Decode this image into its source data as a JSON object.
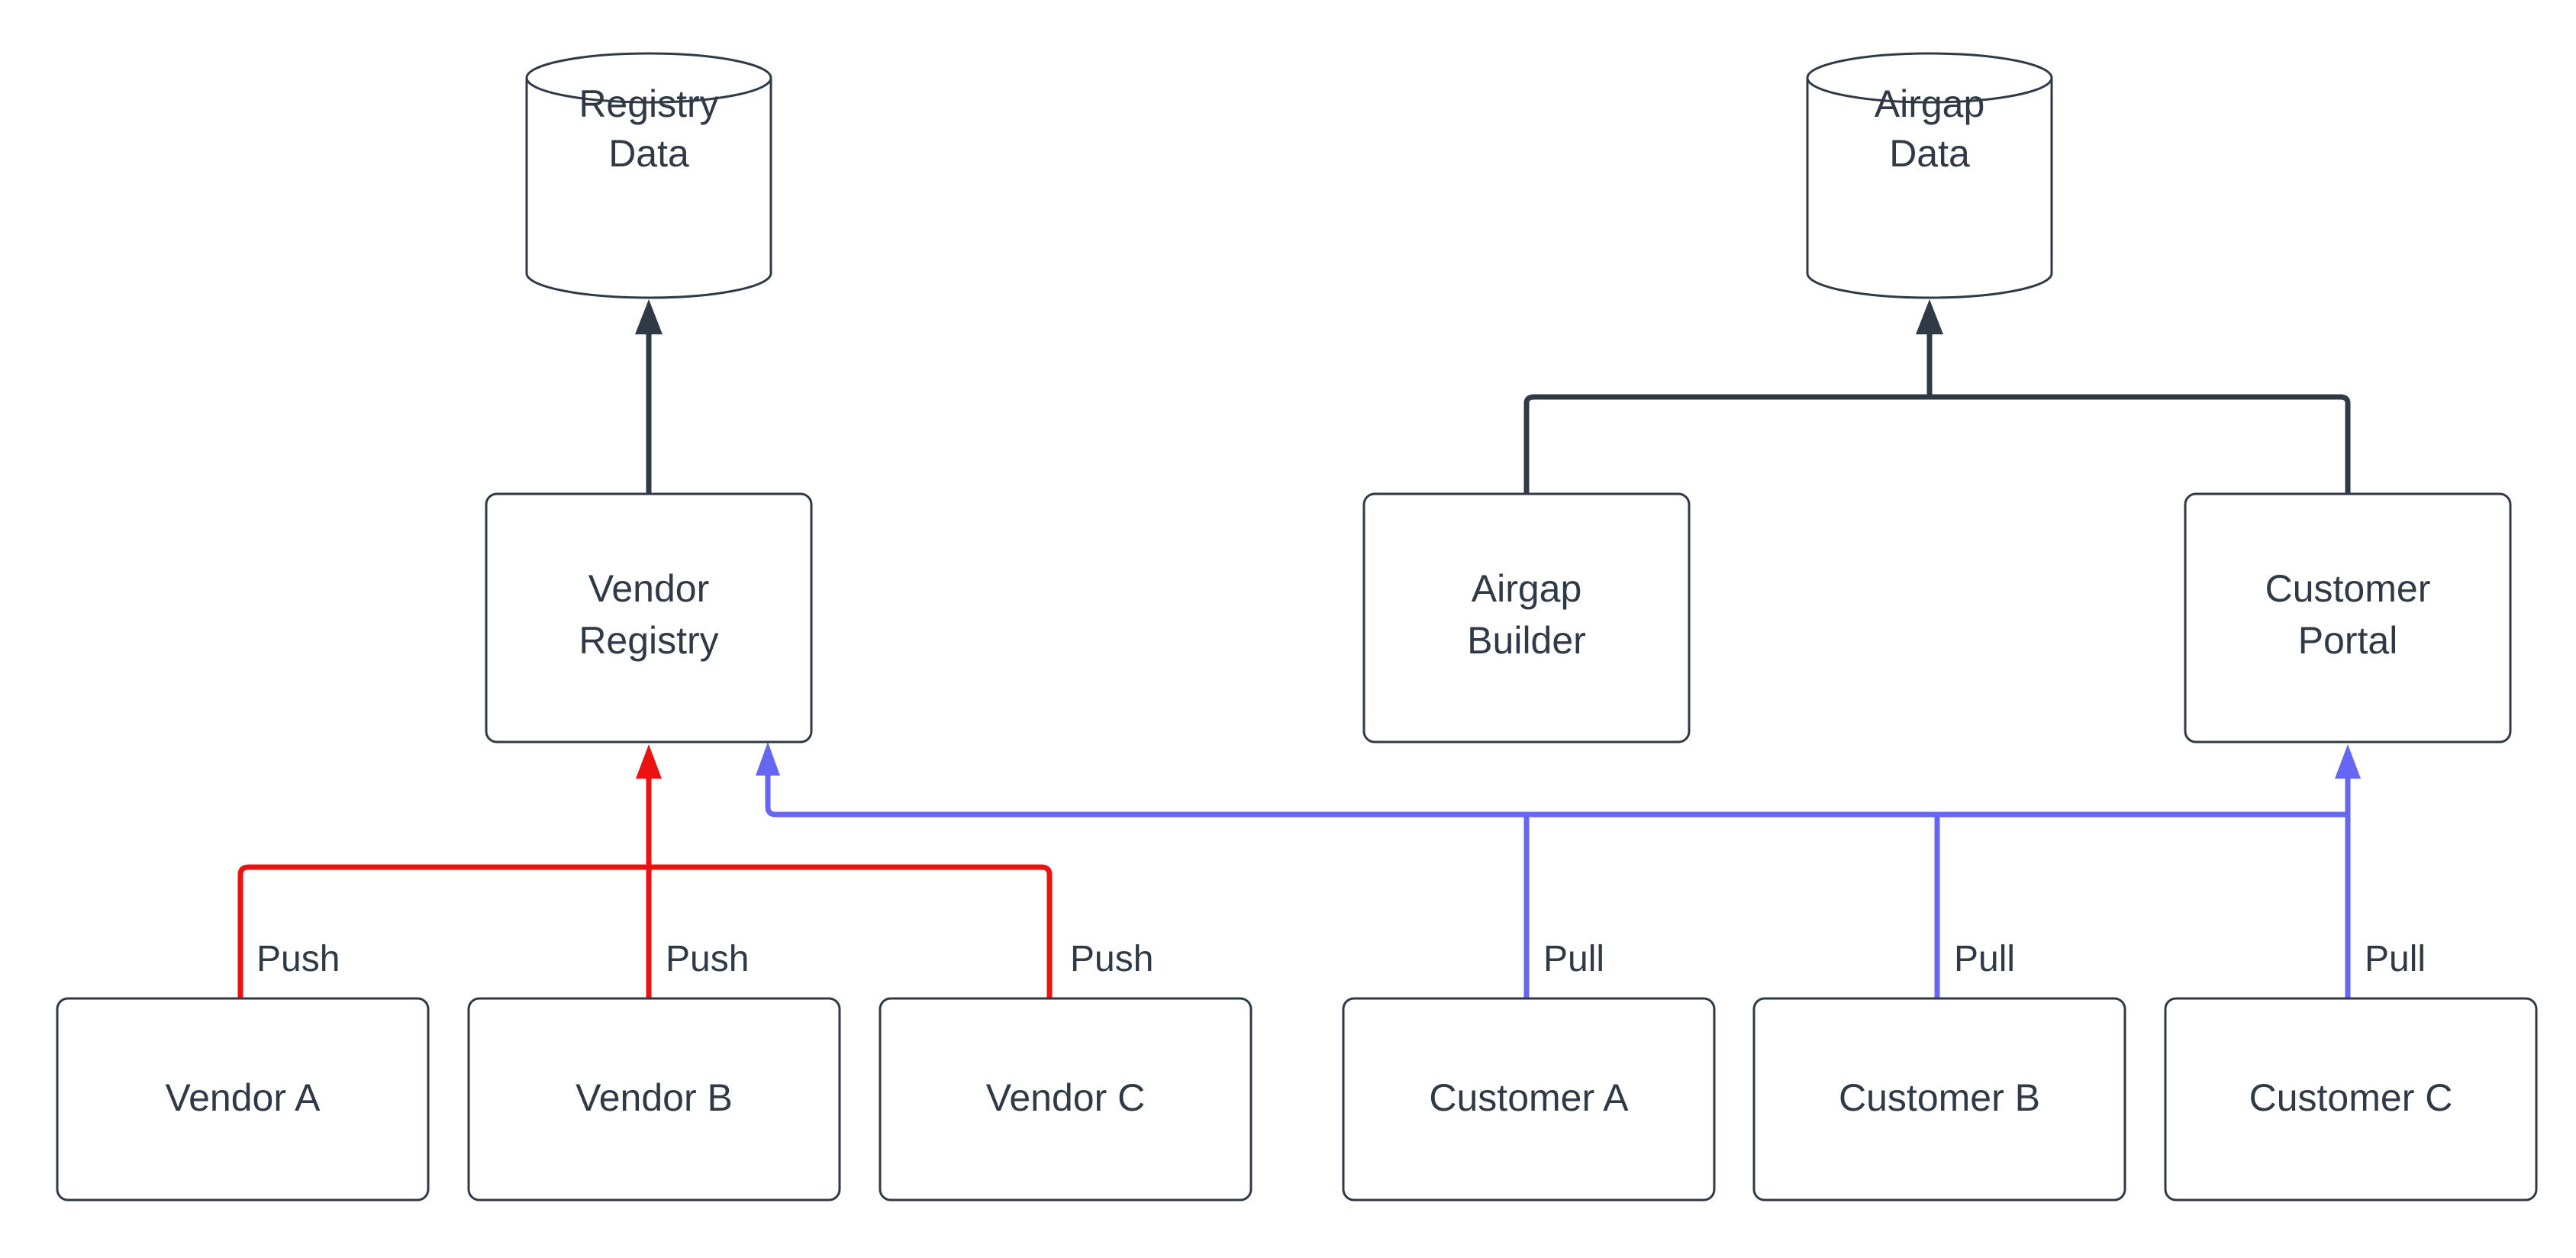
{
  "diagram": {
    "title": "Vendor Registry and Airgap Distribution Flow",
    "background_color": "#ffffff",
    "stroke_color": "#303A46",
    "push_color": "#EE1111",
    "pull_color": "#6666F5"
  },
  "datastores": [
    {
      "id": "registry-data",
      "line1": "Registry",
      "line2": "Data"
    },
    {
      "id": "airgap-data",
      "line1": "Airgap",
      "line2": "Data"
    }
  ],
  "services": [
    {
      "id": "vendor-registry",
      "line1": "Vendor",
      "line2": "Registry"
    },
    {
      "id": "airgap-builder",
      "line1": "Airgap",
      "line2": "Builder"
    },
    {
      "id": "customer-portal",
      "line1": "Customer",
      "line2": "Portal"
    }
  ],
  "vendors": [
    {
      "id": "vendor-a",
      "label": "Vendor A",
      "edge_label": "Push"
    },
    {
      "id": "vendor-b",
      "label": "Vendor B",
      "edge_label": "Push"
    },
    {
      "id": "vendor-c",
      "label": "Vendor C",
      "edge_label": "Push"
    }
  ],
  "customers": [
    {
      "id": "customer-a",
      "label": "Customer A",
      "edge_label": "Pull"
    },
    {
      "id": "customer-b",
      "label": "Customer B",
      "edge_label": "Pull"
    },
    {
      "id": "customer-c",
      "label": "Customer C",
      "edge_label": "Pull"
    }
  ],
  "edge_labels": {
    "push_1": "Push",
    "push_2": "Push",
    "push_3": "Push",
    "pull_1": "Pull",
    "pull_2": "Pull",
    "pull_3": "Pull"
  }
}
